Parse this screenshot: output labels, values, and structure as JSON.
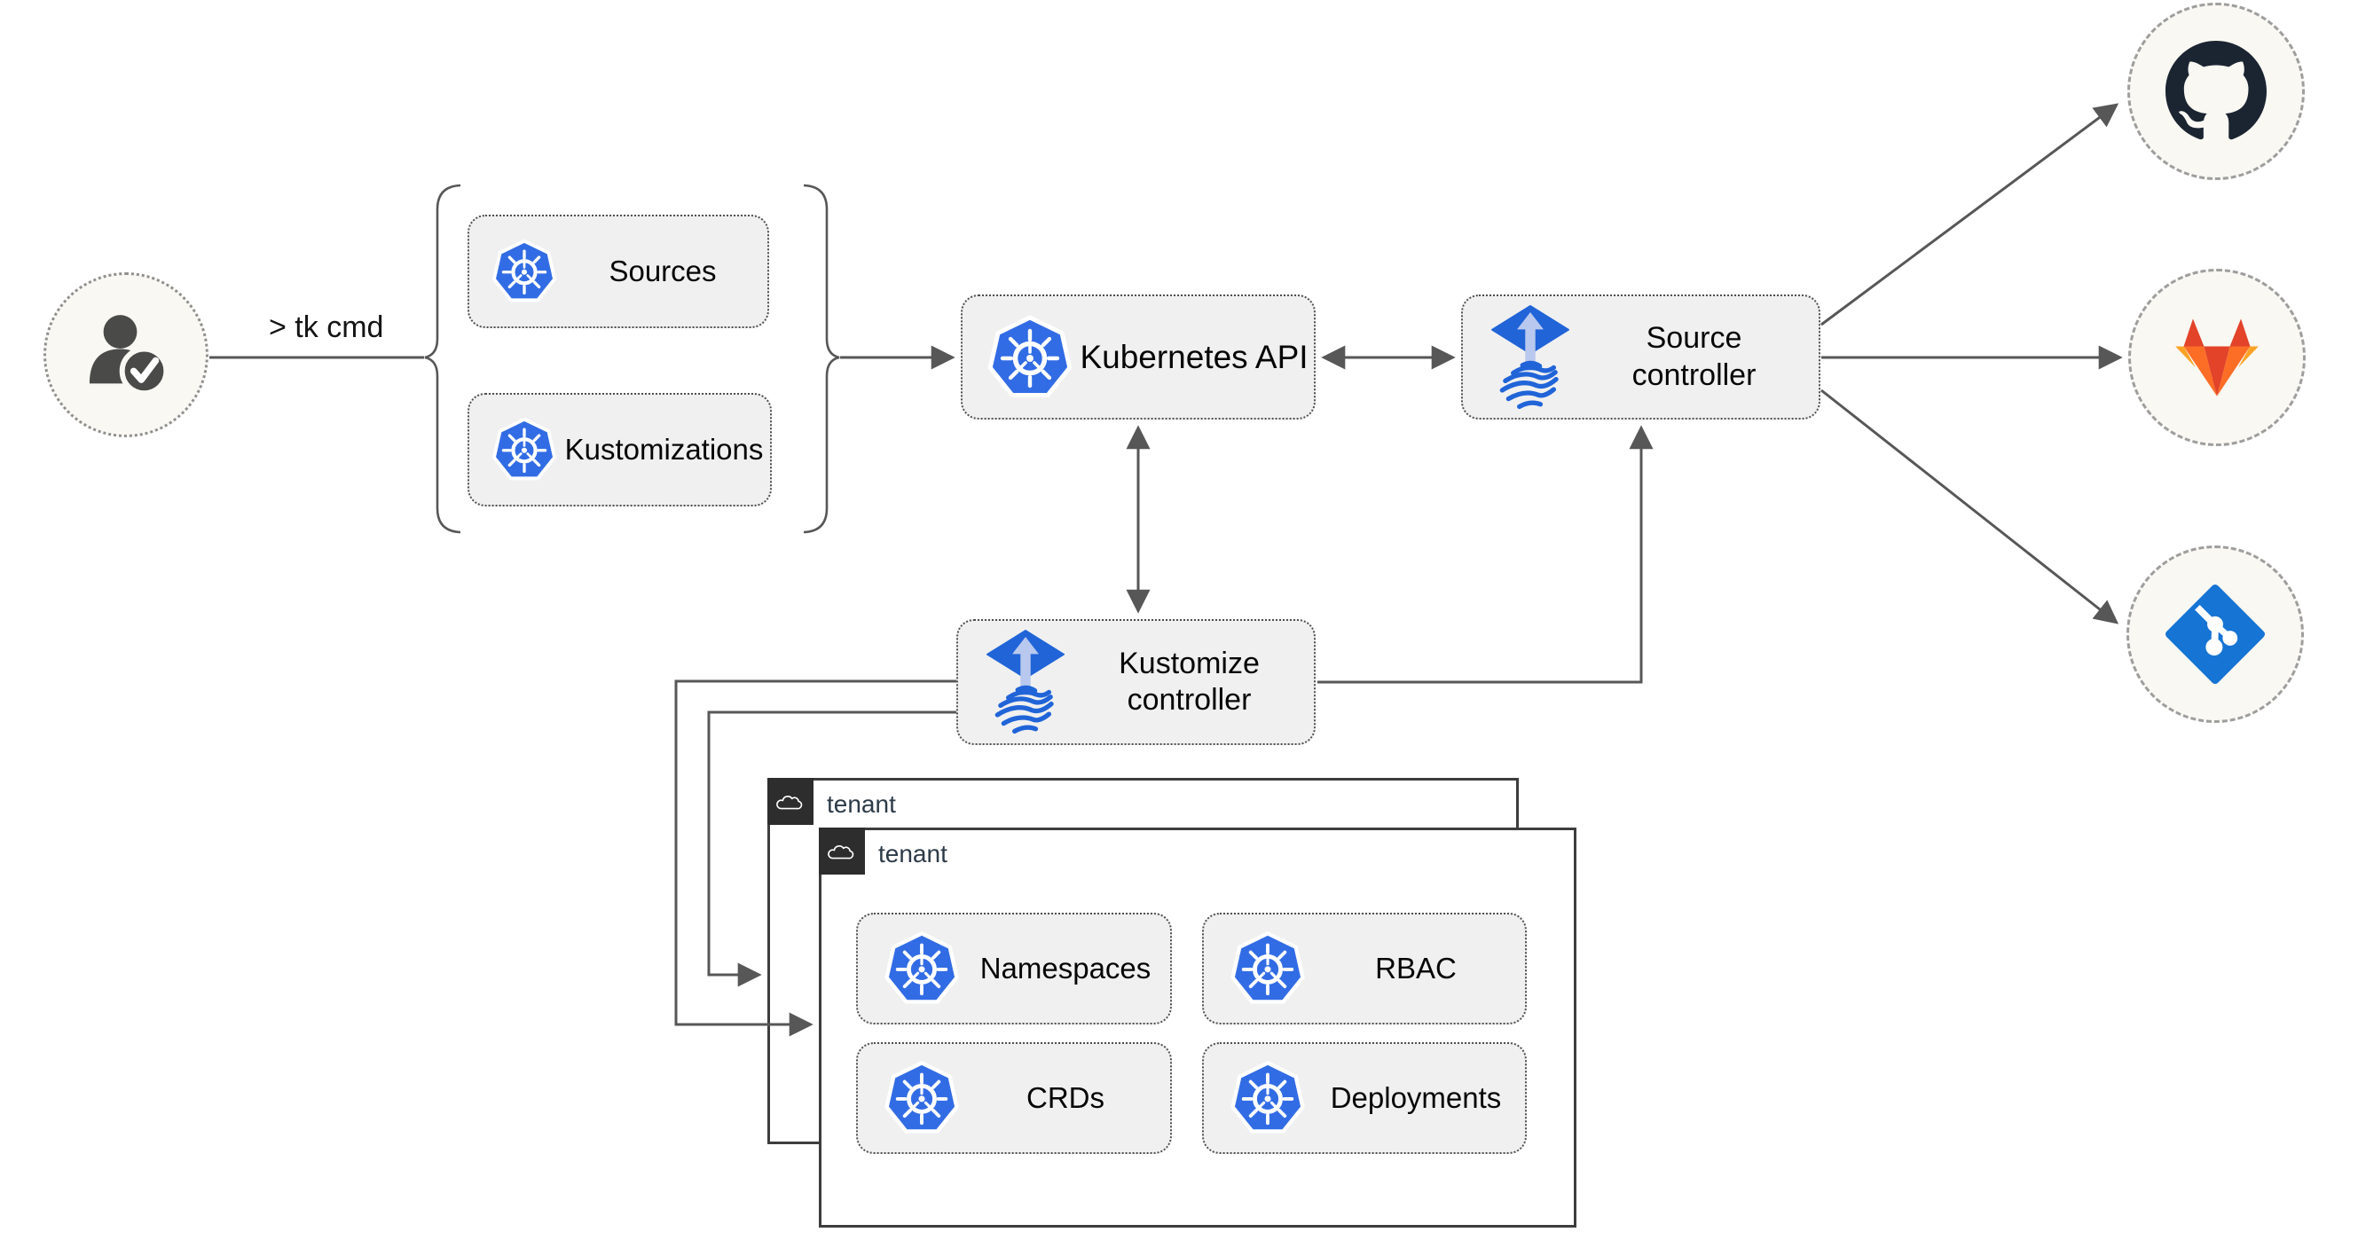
{
  "diagram": {
    "cli_label": "> tk cmd",
    "user": {
      "icon": "user-check-icon"
    },
    "crd_group": {
      "items": [
        {
          "icon": "kubernetes-icon",
          "label": "Sources"
        },
        {
          "icon": "kubernetes-icon",
          "label": "Kustomizations"
        }
      ]
    },
    "kubernetes_api": {
      "icon": "kubernetes-icon",
      "label": "Kubernetes API"
    },
    "source_controller": {
      "icon": "flux-icon",
      "line1": "Source",
      "line2": "controller"
    },
    "kustomize_controller": {
      "icon": "flux-icon",
      "line1": "Kustomize",
      "line2": "controller"
    },
    "tenants": {
      "back": {
        "icon": "cloud-icon",
        "label": "tenant"
      },
      "front": {
        "icon": "cloud-icon",
        "label": "tenant"
      },
      "resources": [
        {
          "icon": "kubernetes-icon",
          "label": "Namespaces"
        },
        {
          "icon": "kubernetes-icon",
          "label": "RBAC"
        },
        {
          "icon": "kubernetes-icon",
          "label": "CRDs"
        },
        {
          "icon": "kubernetes-icon",
          "label": "Deployments"
        }
      ]
    },
    "remotes": [
      {
        "icon": "github-icon"
      },
      {
        "icon": "gitlab-icon"
      },
      {
        "icon": "git-icon"
      }
    ],
    "colors": {
      "kubernetes_blue": "#326ce5",
      "flux_blue": "#2064d8",
      "flux_arrow_light": "#b9c8ee",
      "git_blue": "#1674d4",
      "github_dark": "#1b2531",
      "gitlab_red": "#e24329",
      "gitlab_orange": "#fc6d26",
      "gitlab_amber": "#fca326",
      "node_fill": "#f0f0f0",
      "connector_gray": "#575757",
      "tenant_header_dark": "#2d2d2d",
      "circle_fill": "#faf8f3"
    }
  }
}
